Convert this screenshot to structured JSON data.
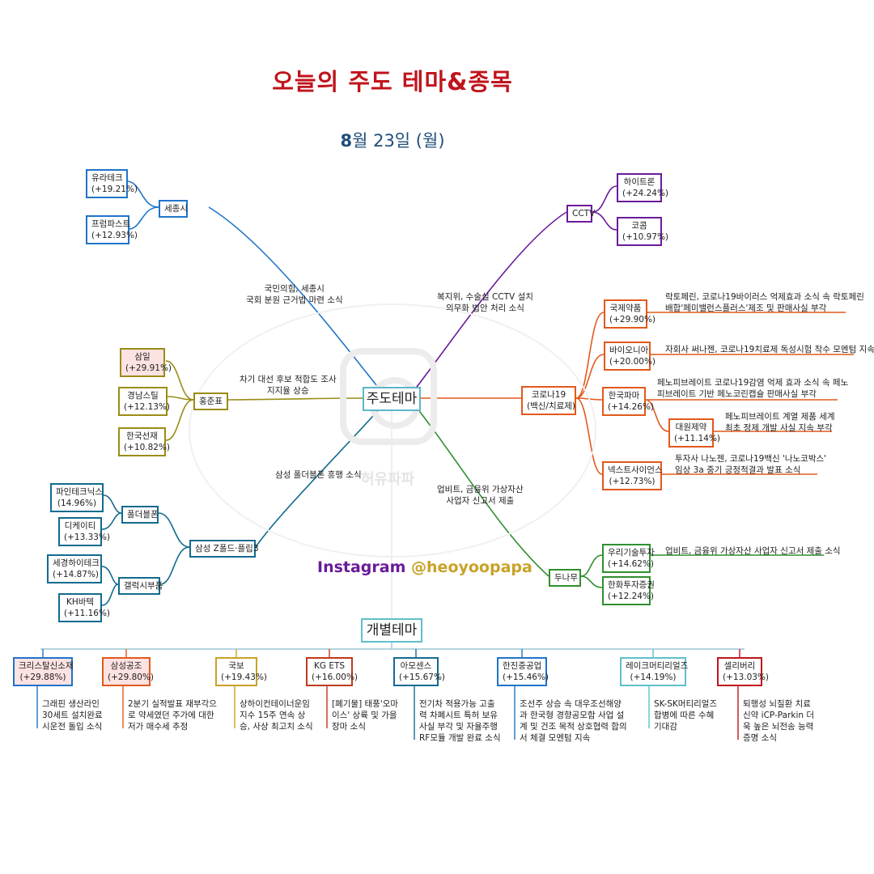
{
  "title": "오늘의 주도 테마&종목",
  "date": {
    "month": "8",
    "rest": "월 23일 (월)"
  },
  "center": "주도테마",
  "individual": "개별테마",
  "instagram": {
    "label": "Instagram",
    "handle": "@heoyoopapa"
  },
  "watermark": "허유파파",
  "colors": {
    "blue": "#1f74c8",
    "olive": "#9a8c16",
    "teal": "#136b8e",
    "purple": "#6a1b9a",
    "orange": "#e2591b",
    "green": "#2f8f2f",
    "title": "#c0141c"
  },
  "left": {
    "sejong": {
      "theme": "세종시",
      "reason": [
        "국민의힘, 세종시",
        "국회 분원 근거법 마련 소식"
      ],
      "stocks": [
        {
          "name": "유라테크",
          "pct": "(+19.21%)"
        },
        {
          "name": "프럼파스트",
          "pct": "(+12.93%)"
        }
      ]
    },
    "hong": {
      "theme": "홍준표",
      "reason": [
        "차기 대선 후보 적합도 조사",
        "지지율 상승"
      ],
      "stocks": [
        {
          "name": "삼일",
          "pct": "(+29.91%)"
        },
        {
          "name": "경남스틸",
          "pct": "(+12.13%)"
        },
        {
          "name": "한국선재",
          "pct": "(+10.82%)"
        }
      ]
    },
    "samsung": {
      "theme": "삼성 Z폴드·플립3",
      "reason": "삼성 폴더블폰 흥행 소식",
      "sub1": {
        "name": "폴더블폰",
        "stocks": [
          {
            "name": "파인테크닉스",
            "pct": "(14.96%)"
          },
          {
            "name": "디케이티",
            "pct": "(+13.33%)"
          }
        ]
      },
      "sub2": {
        "name": "갤럭시부품",
        "stocks": [
          {
            "name": "세경하이테크",
            "pct": "(+14.87%)"
          },
          {
            "name": "KH바텍",
            "pct": "(+11.16%)"
          }
        ]
      }
    }
  },
  "right": {
    "cctv": {
      "theme": "CCTV",
      "reason": [
        "복지위, 수술실 CCTV 설치",
        "의무화 법안 처리 소식"
      ],
      "stocks": [
        {
          "name": "하이트론",
          "pct": "(+24.24%)"
        },
        {
          "name": "코콤",
          "pct": "(+10.97%)"
        }
      ]
    },
    "corona": {
      "theme": [
        "코로나19",
        "(백신/치료제)"
      ],
      "stocks": [
        {
          "name": "국제약품",
          "pct": "(+29.90%)",
          "note": [
            "락토페린, 코로나19바이러스 억제효과 소식 속 락토페린",
            "배합'페미밸런스플러스'제조 및 판매사실 부각"
          ]
        },
        {
          "name": "바이오니아",
          "pct": "(+20.00%)",
          "note": [
            "자회사 써나젠, 코로나19치료제 독성시험 착수 모멘텀 지속"
          ]
        },
        {
          "name": "한국파마",
          "pct": "(+14.26%)",
          "note": [
            "페노피브레이트 코로나19감염 억제 효과 소식 속 페노",
            "피브레이트 기반 페노코린캡슐 판매사실 부각"
          ]
        },
        {
          "name": "대원제약",
          "pct": "(+11.14%)",
          "note": [
            "페노피브레이트 계열 제품 세계",
            "최초 정제 개발 사실 지속 부각"
          ]
        },
        {
          "name": "넥스트사이언스",
          "pct": "(+12.73%)",
          "note": [
            "투자사 나노젠, 코로나19백신 '나노코박스'",
            "임상 3a 중기 긍정적결과 발표 소식"
          ]
        }
      ]
    },
    "dunamu": {
      "theme": "두나무",
      "reason": [
        "업비트, 금융위 가상자산",
        "사업자 신고서 제출"
      ],
      "stocks": [
        {
          "name": "우리기술투자",
          "pct": "(+14.62%)",
          "note": "업비트, 금융위 가상자산 사업자 신고서 제출 소식"
        },
        {
          "name": "한화투자증권",
          "pct": "(+12.24%)"
        }
      ]
    }
  },
  "individual_items": [
    {
      "name": "크리스탈신소재",
      "pct": "(+29.88%)",
      "color": "#1f74c8",
      "pink": true,
      "note": [
        "그래핀 생산라인",
        "30세트 설치완료",
        "시운전 돌입 소식"
      ]
    },
    {
      "name": "삼성공조",
      "pct": "(+29.80%)",
      "color": "#e2591b",
      "pink": true,
      "note": [
        "2분기 실적발표 재부각으",
        "로 약세였던 주가에 대한",
        "저가 매수세 추정"
      ]
    },
    {
      "name": "국보",
      "pct": "(+19.43%)",
      "color": "#c9a227",
      "pink": false,
      "note": [
        "상하이컨테이너운임",
        "지수 15주 연속 상",
        "승, 사상 최고치 소식"
      ]
    },
    {
      "name": "KG ETS",
      "pct": "(+16.00%)",
      "color": "#c0391b",
      "pink": false,
      "note": [
        "[폐기물] 태풍'오마",
        "이스' 상륙 및 가을",
        "장마 소식"
      ]
    },
    {
      "name": "아모센스",
      "pct": "(+15.67%)",
      "color": "#136b8e",
      "pink": false,
      "note": [
        "전기차 적용가능 고출",
        "력 차폐시트 특허 보유",
        "사실 부각 및 자율주행",
        "RF모듈 개발 완료 소식"
      ]
    },
    {
      "name": "한진중공업",
      "pct": "(+15.46%)",
      "color": "#1f74c8",
      "pink": false,
      "note": [
        "조선주 상승 속 대우조선해양",
        "과 한국형 경향공모함 사업 설",
        "계 및 건조 목적 상호협력 합의",
        "서 체결 모멘텀 지속"
      ]
    },
    {
      "name": "레이크머티리얼즈",
      "pct": "(+14.19%)",
      "color": "#5fc0cc",
      "pink": false,
      "note": [
        "SK-SK머티리얼즈",
        "합병에 따른 수혜",
        "기대감"
      ]
    },
    {
      "name": "셀리버리",
      "pct": "(+13.03%)",
      "color": "#c0141c",
      "pink": false,
      "note": [
        "퇴행성 뇌질환 치료",
        "신약 iCP-Parkin 더",
        "욱 높은 뇌전송 능력",
        "증명 소식"
      ]
    }
  ]
}
